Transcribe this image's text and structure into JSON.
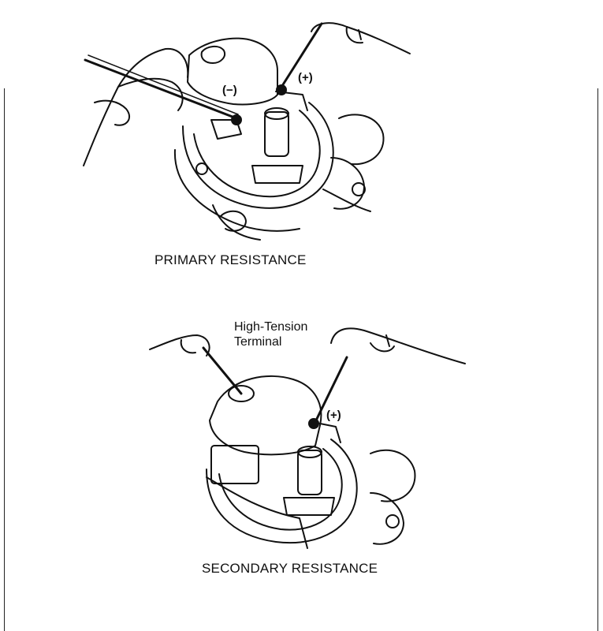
{
  "figures": {
    "primary": {
      "caption": "PRIMARY RESISTANCE",
      "negative_terminal": "(−)",
      "positive_terminal": "(+)"
    },
    "secondary": {
      "caption": "SECONDARY RESISTANCE",
      "high_tension_line1": "High-Tension",
      "high_tension_line2": "Terminal",
      "positive_terminal": "(+)"
    }
  }
}
